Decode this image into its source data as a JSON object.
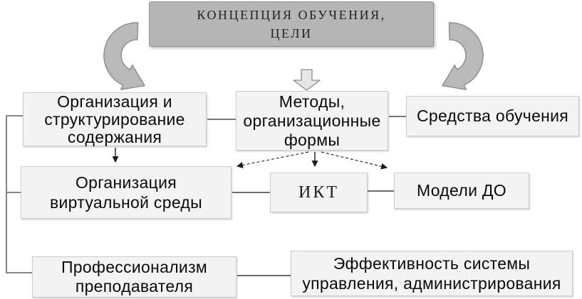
{
  "diagram": {
    "title": "КОНЦЕПЦИЯ ОБУЧЕНИЯ,\nЦЕЛИ",
    "nodes": {
      "content": "Организация и\nструктурирование\nсодержания",
      "methods": "Методы,\nорганизационные\nформы",
      "tools": "Средства обучения",
      "virtual_env": "Организация\nвиртуальной среды",
      "ict": "ИКТ",
      "models": "Модели ДО",
      "professionalism": "Профессионализм\nпреподавателя",
      "effectiveness": "Эффективность системы\nуправления, администрирования"
    },
    "icons": {
      "left_arrow": "curved-arrow-down-right",
      "right_arrow": "curved-arrow-down-left",
      "center_arrow": "block-arrow-down"
    },
    "palette": {
      "title_box_fill": "#b5b5b5",
      "title_box_border": "#8f8f8f",
      "node_fill": "#f3f3f3",
      "node_border": "#cccccc",
      "curved_arrow_fill": "#b9b9b9",
      "curved_arrow_stroke": "#8a8a8a",
      "block_arrow_fill": "#e6e6e6",
      "connector_color": "#555555",
      "arrow_color": "#1a1a1a",
      "background": "#ffffff"
    }
  }
}
